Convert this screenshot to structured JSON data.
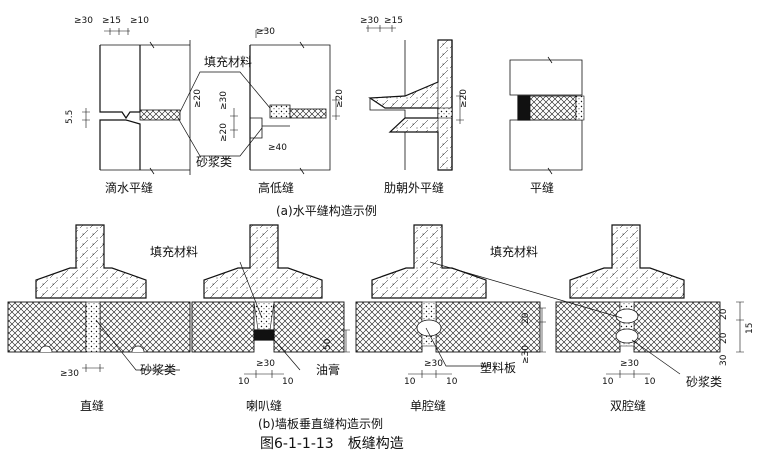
{
  "labels": {
    "fill_material": "填充材料",
    "mortar": "砂浆类",
    "plastic_board": "塑料板",
    "grease": "油膏"
  },
  "dims": {
    "ge30": "≥30",
    "ge15": "≥15",
    "ge10": "≥10",
    "ge20": "≥20",
    "ge40": "≥40",
    "n5_5": "5.5",
    "n50": "50",
    "n20": "20",
    "n30": "30",
    "n15": "15",
    "n10": "10"
  },
  "horizontal": {
    "joints": [
      "滴水平缝",
      "高低缝",
      "肋朝外平缝",
      "平缝"
    ],
    "caption": "(a)水平缝构造示例"
  },
  "vertical": {
    "joints": [
      "直缝",
      "喇叭缝",
      "单腔缝",
      "双腔缝"
    ],
    "caption": "(b)墙板垂直缝构造示例"
  },
  "figure_title": "图6-1-1-13　板缝构造",
  "colors": {
    "line": "#111111",
    "paper": "#ffffff"
  }
}
